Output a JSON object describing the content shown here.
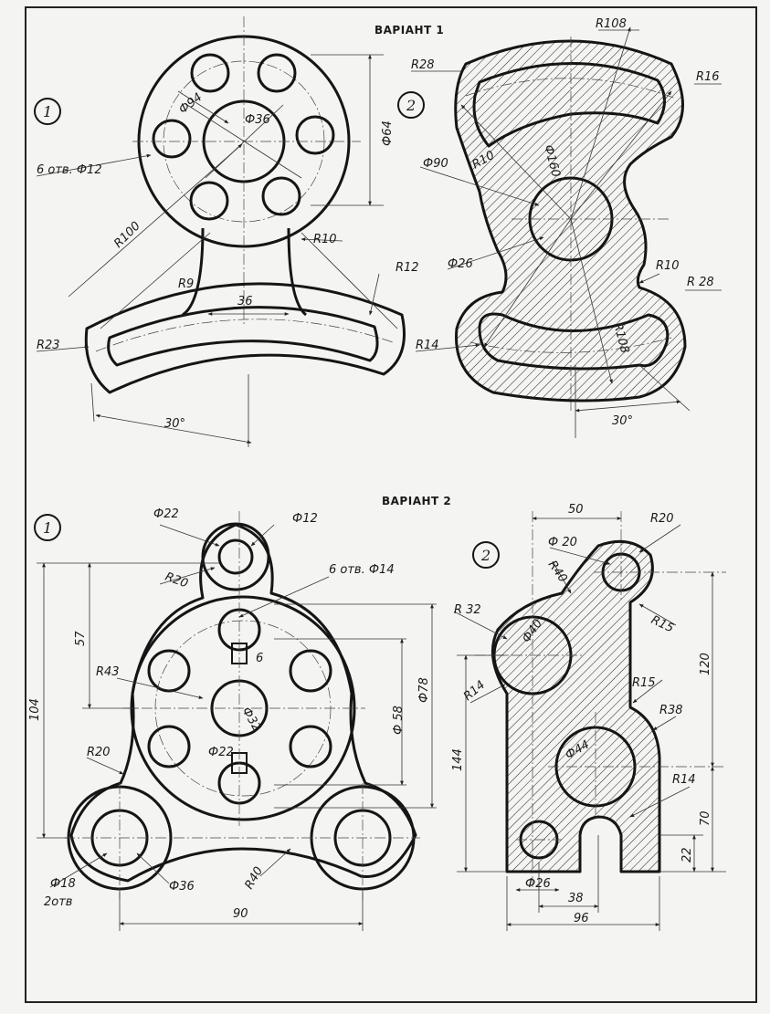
{
  "variant1": {
    "title": "ВАРІАНТ 1",
    "part1": {
      "number": "1",
      "labels": {
        "d94": "Ф94",
        "d36": "Ф36",
        "d64": "Ф64",
        "holes": "6 отв. Ф12",
        "r100": "R100",
        "r10": "R10",
        "r9": "R9",
        "w36": "36",
        "r12": "R12",
        "r23": "R23",
        "ang": "30°"
      }
    },
    "part2": {
      "number": "2",
      "labels": {
        "r108a": "R108",
        "r28a": "R28",
        "r16": "R16",
        "r10a": "R10",
        "d160": "Ф160",
        "d90": "Ф90",
        "d26": "Ф26",
        "r10b": "R10",
        "r28b": "R 28",
        "r14": "R14",
        "r108b": "R108",
        "ang": "30°"
      }
    }
  },
  "variant2": {
    "title": "ВАРІАНТ 2",
    "part1": {
      "number": "1",
      "labels": {
        "d22a": "Ф22",
        "d12": "Ф12",
        "r20a": "R20",
        "holes": "6 отв. Ф14",
        "h57": "57",
        "h104": "104",
        "r43": "R43",
        "w6": "6",
        "d32": "Ф32",
        "d22b": "Ф22",
        "d58": "Ф 58",
        "d78": "Ф78",
        "r20b": "R20",
        "d18": "Ф18",
        "holes2": "2отв",
        "d36": "Ф36",
        "r40": "R40",
        "w90": "90"
      }
    },
    "part2": {
      "number": "2",
      "labels": {
        "w50": "50",
        "r20": "R20",
        "d20": "Ф 20",
        "r40": "R40",
        "r32": "R 32",
        "d40": "Ф40",
        "r15a": "R15",
        "h120": "120",
        "r14a": "R14",
        "r15b": "R15",
        "r38": "R38",
        "h144": "144",
        "d44": "Ф44",
        "r14b": "R14",
        "h70": "70",
        "h22": "22",
        "d26": "Ф26",
        "w38": "38",
        "w96": "96"
      }
    }
  }
}
